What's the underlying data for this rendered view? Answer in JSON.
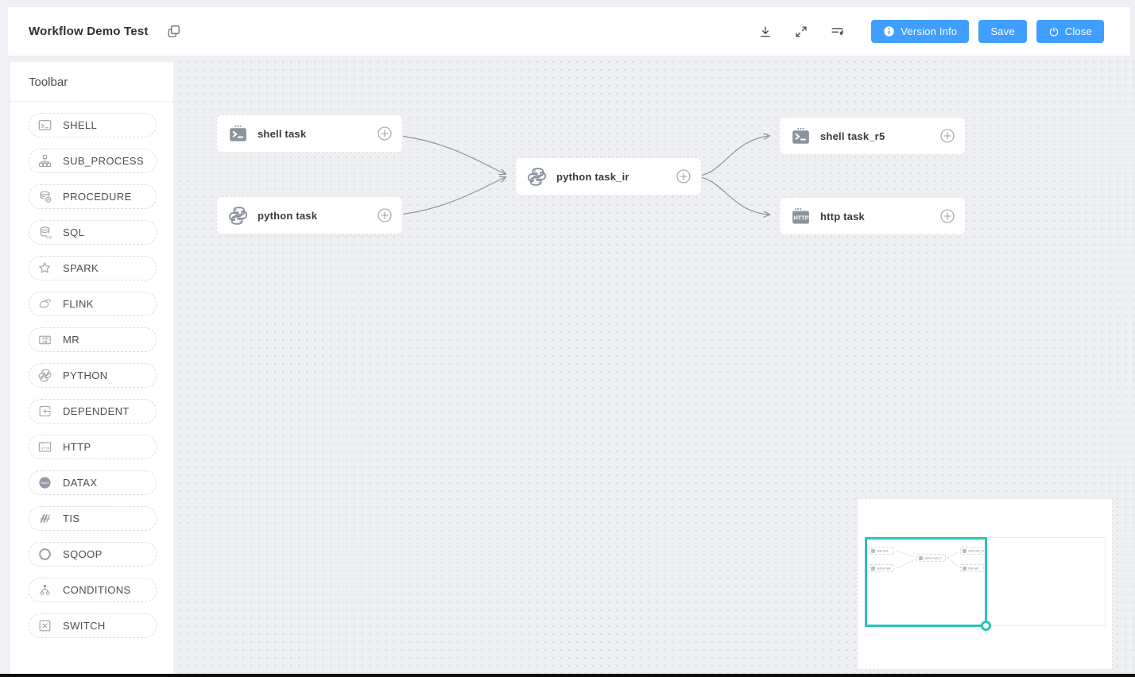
{
  "header": {
    "title": "Workflow Demo Test",
    "icons": {
      "copy": "copy-icon",
      "download": "download-icon",
      "fullscreen": "fullscreen-icon",
      "format": "format-dag-icon"
    },
    "buttons": {
      "version_info": {
        "label": "Version Info",
        "icon": "info-circle-icon"
      },
      "save": {
        "label": "Save"
      },
      "close": {
        "label": "Close",
        "icon": "power-icon"
      }
    }
  },
  "toolbar": {
    "title": "Toolbar",
    "items": [
      {
        "label": "SHELL",
        "icon": "shell-icon"
      },
      {
        "label": "SUB_PROCESS",
        "icon": "sub-process-icon"
      },
      {
        "label": "PROCEDURE",
        "icon": "procedure-icon"
      },
      {
        "label": "SQL",
        "icon": "sql-icon"
      },
      {
        "label": "SPARK",
        "icon": "spark-icon"
      },
      {
        "label": "FLINK",
        "icon": "flink-icon"
      },
      {
        "label": "MR",
        "icon": "mr-icon"
      },
      {
        "label": "PYTHON",
        "icon": "python-icon"
      },
      {
        "label": "DEPENDENT",
        "icon": "dependent-icon"
      },
      {
        "label": "HTTP",
        "icon": "http-icon"
      },
      {
        "label": "DATAX",
        "icon": "datax-icon"
      },
      {
        "label": "TIS",
        "icon": "tis-icon"
      },
      {
        "label": "SQOOP",
        "icon": "sqoop-icon"
      },
      {
        "label": "CONDITIONS",
        "icon": "conditions-icon"
      },
      {
        "label": "SWITCH",
        "icon": "switch-icon"
      }
    ]
  },
  "canvas": {
    "nodes": [
      {
        "label": "shell task",
        "type": "shell"
      },
      {
        "label": "python task",
        "type": "python"
      },
      {
        "label": "python task_ir",
        "type": "python"
      },
      {
        "label": "shell task_r5",
        "type": "shell"
      },
      {
        "label": "http task",
        "type": "http"
      }
    ],
    "edges": [
      {
        "from": "shell task",
        "to": "python task_ir"
      },
      {
        "from": "python task",
        "to": "python task_ir"
      },
      {
        "from": "python task_ir",
        "to": "shell task_r5"
      },
      {
        "from": "python task_ir",
        "to": "http task"
      }
    ]
  },
  "icon_texts": {
    "http": "HTTP",
    "mr": "MR",
    "sql": "SQL",
    "datax": "DataX"
  },
  "colors": {
    "accent_blue": "#409eff",
    "minimap_viewport_teal": "#2bc3b9",
    "canvas_bg": "#edeff3",
    "edge_gray": "#8f959e",
    "icon_gray": "#9da2aa"
  }
}
